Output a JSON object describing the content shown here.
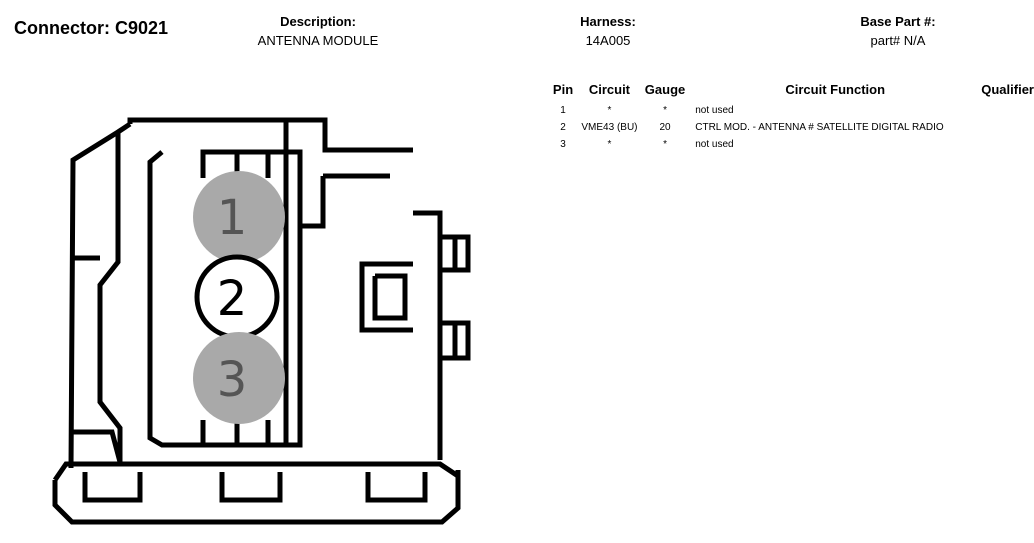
{
  "connector": {
    "title": "Connector: C9021"
  },
  "description": {
    "label": "Description:",
    "value": "ANTENNA MODULE"
  },
  "harness": {
    "label": "Harness:",
    "value": "14A005"
  },
  "base_part": {
    "label": "Base Part #:",
    "value": "part# N/A"
  },
  "table": {
    "headers": {
      "pin": "Pin",
      "circuit": "Circuit",
      "gauge": "Gauge",
      "function": "Circuit Function",
      "qualifier": "Qualifier"
    },
    "rows": [
      {
        "pin": "1",
        "circuit": "*",
        "gauge": "*",
        "function": "not used",
        "qualifier": ""
      },
      {
        "pin": "2",
        "circuit": "VME43 (BU)",
        "gauge": "20",
        "function": "CTRL MOD. - ANTENNA # SATELLITE DIGITAL RADIO",
        "qualifier": ""
      },
      {
        "pin": "3",
        "circuit": "*",
        "gauge": "*",
        "function": "not used",
        "qualifier": ""
      }
    ]
  },
  "diagram": {
    "pins": [
      {
        "label": "1",
        "state": "unused"
      },
      {
        "label": "2",
        "state": "used"
      },
      {
        "label": "3",
        "state": "unused"
      }
    ],
    "colors": {
      "outline": "#000000",
      "unused_fill": "#a9a9a9",
      "unused_text": "#555555",
      "used_fill": "#ffffff"
    }
  }
}
